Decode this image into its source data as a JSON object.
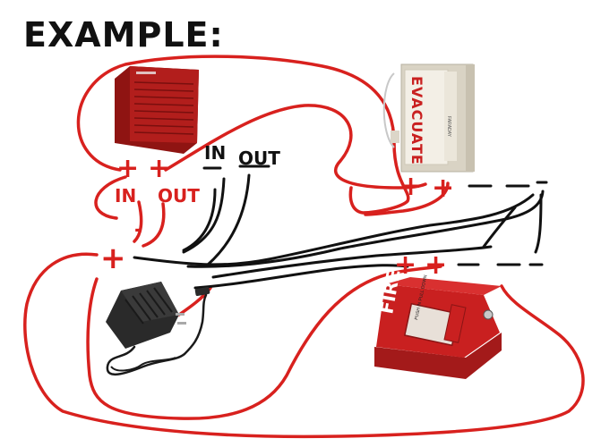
{
  "title": "EXAMPLE:",
  "speaker_labels": {
    "plus_left": "+",
    "plus_right": "+",
    "in": "IN",
    "out": "OUT",
    "minus": "-"
  },
  "black_labels": {
    "in": "IN",
    "out": "OUT"
  },
  "power_label": "+",
  "strobe": {
    "text": "EVACUATE",
    "brand": "FARADAY",
    "plus_left": "+",
    "plus_right": "+"
  },
  "pull_station": {
    "text": "FIRE",
    "sub_text": "PUSH IN PULL DOWN",
    "plus_left": "+",
    "plus_right": "+"
  },
  "colors": {
    "wire_red": "#d8211e",
    "wire_black": "#111111",
    "speaker_red": "#b21e1c",
    "pull_red": "#c92020"
  }
}
